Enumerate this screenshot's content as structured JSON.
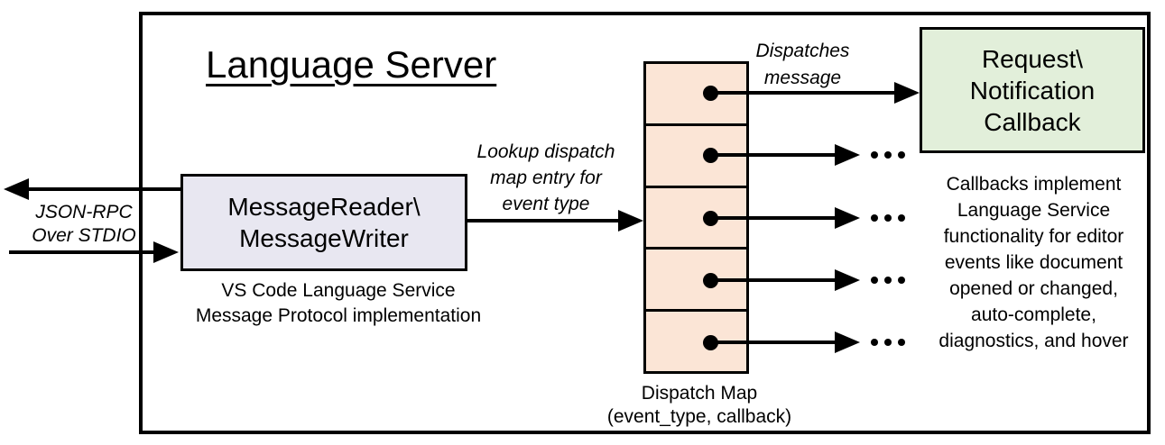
{
  "title": "Language Server",
  "reader": {
    "label": "MessageReader\\\nMessageWriter",
    "caption": "VS Code Language Service\nMessage Protocol implementation"
  },
  "transport_label": "JSON-RPC\nOver STDIO",
  "lookup_label": "Lookup dispatch\nmap entry for\nevent type",
  "dispatch_label": "Dispatches\nmessage",
  "dispatch_map": {
    "caption": "Dispatch Map\n(event_type, callback)",
    "rows": [
      {
        "target": "request-notification-callback"
      },
      {
        "target": "ellipsis"
      },
      {
        "target": "ellipsis"
      },
      {
        "target": "ellipsis"
      },
      {
        "target": "ellipsis"
      }
    ]
  },
  "callback": {
    "label": "Request\\\nNotification\nCallback",
    "caption": "Callbacks implement\nLanguage Service\nfunctionality for editor\nevents like document\nopened or changed,\nauto-complete,\ndiagnostics, and hover"
  },
  "colors": {
    "stroke": "#000000",
    "reader_fill": "#E8E7F1",
    "map_fill": "#FBE5D6",
    "callback_fill": "#E2EFDA"
  }
}
